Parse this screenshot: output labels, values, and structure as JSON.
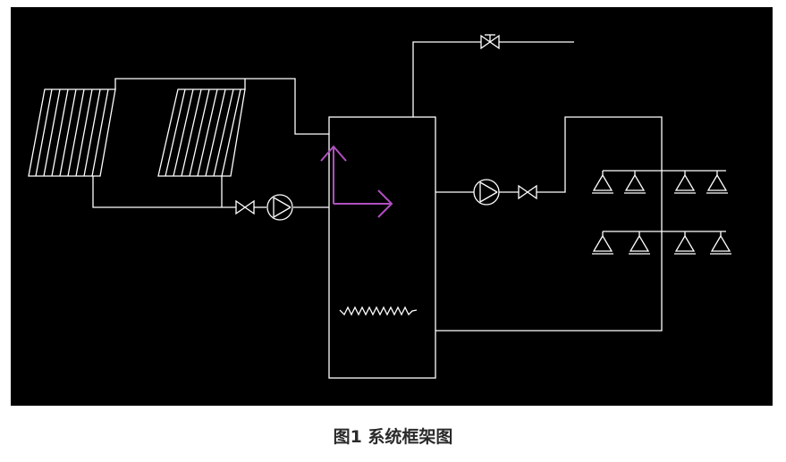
{
  "figure": {
    "caption": "图1 系统框架图"
  },
  "colors": {
    "panel_background": "#000000",
    "line": "#ffffff",
    "accent_arrows": "#b050c0",
    "caption_text": "#2a2a2a"
  },
  "components": {
    "solar_collectors": 2,
    "storage_tank": 1,
    "pumps": 2,
    "gate_valves": 3,
    "heating_coil": 1,
    "sprinkler_rows": 2,
    "sprinklers_per_row": 4
  }
}
